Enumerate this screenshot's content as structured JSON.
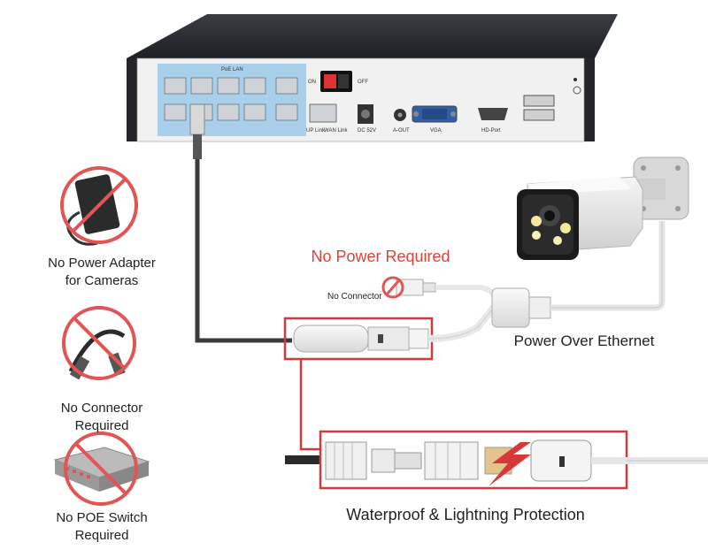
{
  "nvr": {
    "poe_header": "PoE LAN",
    "on_label": "ON",
    "off_label": "OFF",
    "ports": [
      "UP Link",
      "WAN Link",
      "DC 52V",
      "A-OUT",
      "VGA",
      "HD-Port"
    ]
  },
  "left_items": [
    {
      "line1": "No Power Adapter",
      "line2": "for Cameras"
    },
    {
      "line1": "No Connector",
      "line2": "Required"
    },
    {
      "line1": "No POE Switch",
      "line2": "Required"
    }
  ],
  "middle": {
    "no_power_required": "No Power Required",
    "no_connector": "No Connector"
  },
  "camera": {
    "poe_label": "Power Over Ethernet"
  },
  "bottom": {
    "waterproof_label": "Waterproof & Lightning Protection"
  },
  "colors": {
    "highlight_red": "#d43a3a",
    "nvr_dark": "#2b2d33",
    "port_blue": "#9fc9e6",
    "prohibit_red": "#e05555"
  }
}
